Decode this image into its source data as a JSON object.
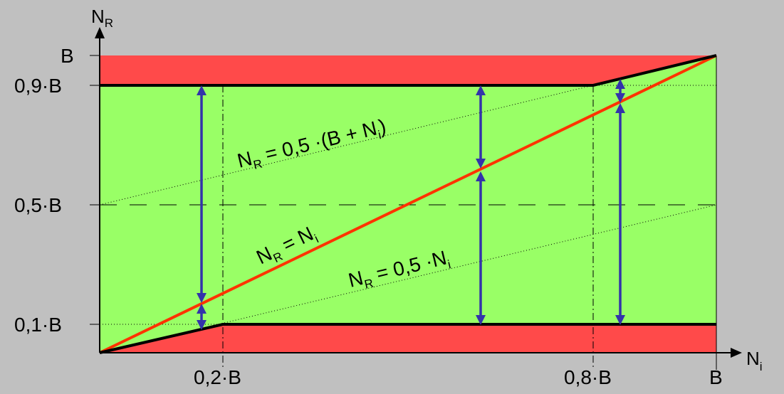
{
  "axes": {
    "y_axis_label": "N",
    "y_axis_sub": "R",
    "x_axis_label": "N",
    "x_axis_sub": "i"
  },
  "y_ticks": [
    "B",
    "0,9·B",
    "0,5·B",
    "0,1·B"
  ],
  "x_ticks": [
    "0,2·B",
    "0,8·B",
    "B"
  ],
  "equations": {
    "upper": {
      "lhs": "N",
      "lhs_sub": "R",
      "mid": " = 0,5 ·(B + N",
      "mid_sub": "i",
      "end": ")"
    },
    "middle": {
      "lhs": "N",
      "lhs_sub": "R",
      "mid": " = N",
      "mid_sub": "i"
    },
    "lower": {
      "lhs": "N",
      "lhs_sub": "R",
      "mid": " = 0,5 ·N",
      "mid_sub": "i"
    }
  },
  "colors": {
    "background": "#c0c0c0",
    "red_region": "#ff4a4a",
    "green_region": "#99ff66",
    "identity_line": "#ff3300",
    "arrows": "#3333aa",
    "boundary": "#000000"
  }
}
